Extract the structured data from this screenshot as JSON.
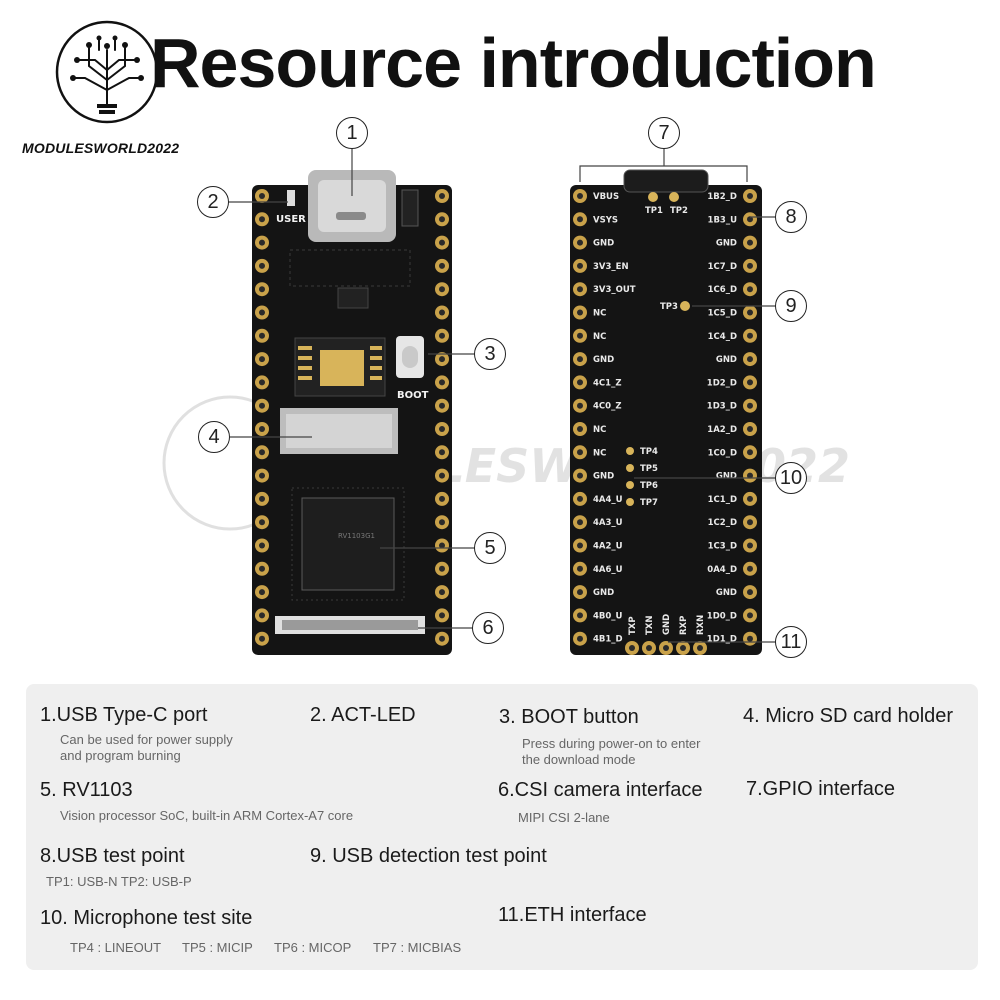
{
  "header": {
    "title": "Resource introduction",
    "brand": "MODULESWORLD2022",
    "watermark": "MODULESWORLD2022"
  },
  "front_board": {
    "silk_user": "USER",
    "silk_boot": "BOOT",
    "chip_text": "RV1103G1"
  },
  "back_board": {
    "left_pins": [
      "VBUS",
      "VSYS",
      "GND",
      "3V3_EN",
      "3V3_OUT",
      "NC",
      "NC",
      "GND",
      "4C1_Z",
      "4C0_Z",
      "NC",
      "NC",
      "GND",
      "4A4_U",
      "4A3_U",
      "4A2_U",
      "4A6_U",
      "GND",
      "4B0_U",
      "4B1_D"
    ],
    "right_pins": [
      "1B2_D",
      "1B3_U",
      "GND",
      "1C7_D",
      "1C6_D",
      "1C5_D",
      "1C4_D",
      "GND",
      "1D2_D",
      "1D3_D",
      "1A2_D",
      "1C0_D",
      "GND",
      "1C1_D",
      "1C2_D",
      "1C3_D",
      "0A4_D",
      "GND",
      "1D0_D",
      "1D1_D"
    ],
    "bottom_pins": [
      "TXP",
      "TXN",
      "GND",
      "RXP",
      "RXN"
    ],
    "test_points": [
      "TP1",
      "TP2",
      "TP3",
      "TP4",
      "TP5",
      "TP6",
      "TP7"
    ]
  },
  "callouts": [
    "1",
    "2",
    "3",
    "4",
    "5",
    "6",
    "7",
    "8",
    "9",
    "10",
    "11"
  ],
  "legend": {
    "items": [
      {
        "title": "1.USB Type-C port",
        "desc": "Can be used for power supply\nand program burning"
      },
      {
        "title": "2. ACT-LED",
        "desc": ""
      },
      {
        "title": "3. BOOT button",
        "desc": "Press during power-on to enter\nthe download mode"
      },
      {
        "title": "4. Micro SD card holder",
        "desc": ""
      },
      {
        "title": "5. RV1103",
        "desc": "Vision processor SoC, built-in ARM Cortex-A7 core"
      },
      {
        "title": "6.CSI camera interface",
        "desc": "MIPI CSI 2-lane"
      },
      {
        "title": "7.GPIO interface",
        "desc": ""
      },
      {
        "title": "8.USB test point",
        "desc": "TP1: USB-N   TP2: USB-P"
      },
      {
        "title": "9. USB detection test point",
        "desc": ""
      },
      {
        "title": "10. Microphone test site",
        "desc": ""
      },
      {
        "title": "11.ETH interface",
        "desc": ""
      }
    ],
    "mic_points": [
      "TP4 :  LINEOUT",
      "TP5 :  MICIP",
      "TP6 :  MICOP",
      "TP7 :  MICBIAS"
    ]
  },
  "colors": {
    "pcb": "#141414",
    "gold": "#c9a24a",
    "panel": "#efefef"
  }
}
